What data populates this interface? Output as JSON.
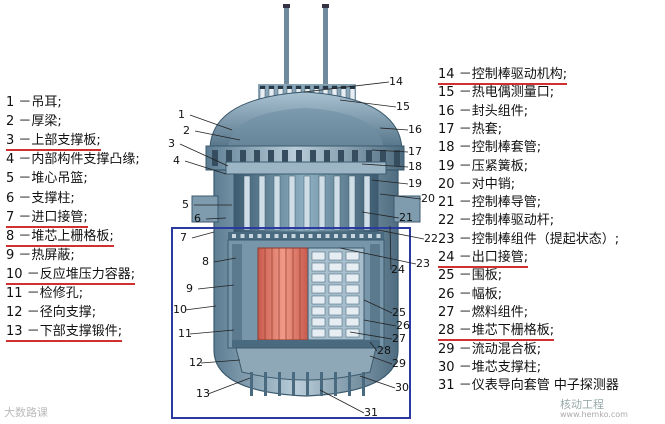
{
  "legend_left": [
    {
      "num": "1",
      "text": "－吊耳;",
      "hl": false
    },
    {
      "num": "2",
      "text": "－厚梁;",
      "hl": false
    },
    {
      "num": "3",
      "text": "－上部支撑板;",
      "hl": true
    },
    {
      "num": "4",
      "text": "－内部构件支撑凸缘;",
      "hl": false
    },
    {
      "num": "5",
      "text": "－堆心吊篮;",
      "hl": false
    },
    {
      "num": "6",
      "text": "－支撑柱;",
      "hl": false
    },
    {
      "num": "7",
      "text": "－进口接管;",
      "hl": true
    },
    {
      "num": "8",
      "text": "－堆芯上栅格板;",
      "hl": true
    },
    {
      "num": "9",
      "text": "－热屏蔽;",
      "hl": false
    },
    {
      "num": "10",
      "text": "－反应堆压力容器;",
      "hl": true
    },
    {
      "num": "11",
      "text": "－检修孔;",
      "hl": false
    },
    {
      "num": "12",
      "text": "－径向支撑;",
      "hl": false
    },
    {
      "num": "13",
      "text": "－下部支撑锻件;",
      "hl": true
    }
  ],
  "legend_right": [
    {
      "num": "14",
      "text": "－控制棒驱动机构;",
      "hl": true
    },
    {
      "num": "15",
      "text": "－热电偶测量口;",
      "hl": false
    },
    {
      "num": "16",
      "text": "－封头组件;",
      "hl": false
    },
    {
      "num": "17",
      "text": "－热套;",
      "hl": false
    },
    {
      "num": "18",
      "text": "－控制棒套管;",
      "hl": false
    },
    {
      "num": "19",
      "text": "－压紧簧板;",
      "hl": false
    },
    {
      "num": "20",
      "text": "－对中销;",
      "hl": false
    },
    {
      "num": "21",
      "text": "－控制棒导管;",
      "hl": false
    },
    {
      "num": "22",
      "text": "－控制棒驱动杆;",
      "hl": false
    },
    {
      "num": "23",
      "text": "－控制棒组件（提起状态）;",
      "hl": false
    },
    {
      "num": "24",
      "text": "－出口接管;",
      "hl": true
    },
    {
      "num": "25",
      "text": "－围板;",
      "hl": false
    },
    {
      "num": "26",
      "text": "－幅板;",
      "hl": false
    },
    {
      "num": "27",
      "text": "－燃料组件;",
      "hl": false
    },
    {
      "num": "28",
      "text": "－堆芯下栅格板;",
      "hl": true
    },
    {
      "num": "29",
      "text": "－流动混合板;",
      "hl": false
    },
    {
      "num": "30",
      "text": "－堆芯支撑柱;",
      "hl": false
    },
    {
      "num": "31",
      "text": "－仪表导向套管 中子探测器",
      "hl": false
    }
  ],
  "callouts": [
    "1",
    "2",
    "3",
    "4",
    "5",
    "6",
    "7",
    "8",
    "9",
    "10",
    "11",
    "12",
    "13",
    "14",
    "15",
    "16",
    "17",
    "18",
    "19",
    "20",
    "21",
    "22",
    "23",
    "24",
    "25",
    "26",
    "27",
    "28",
    "29",
    "30",
    "31"
  ],
  "watermark_left": "大数路课",
  "watermark_right": "核动工程",
  "watermark_url": "www.hemko.com",
  "colors": {
    "steel": "#8fa8b8",
    "steel_dark": "#4a6a80",
    "fuel": "#e27a6a",
    "highlight": "#d03030",
    "box": "#2a3aa0",
    "shroud": "#6a8ca0"
  }
}
